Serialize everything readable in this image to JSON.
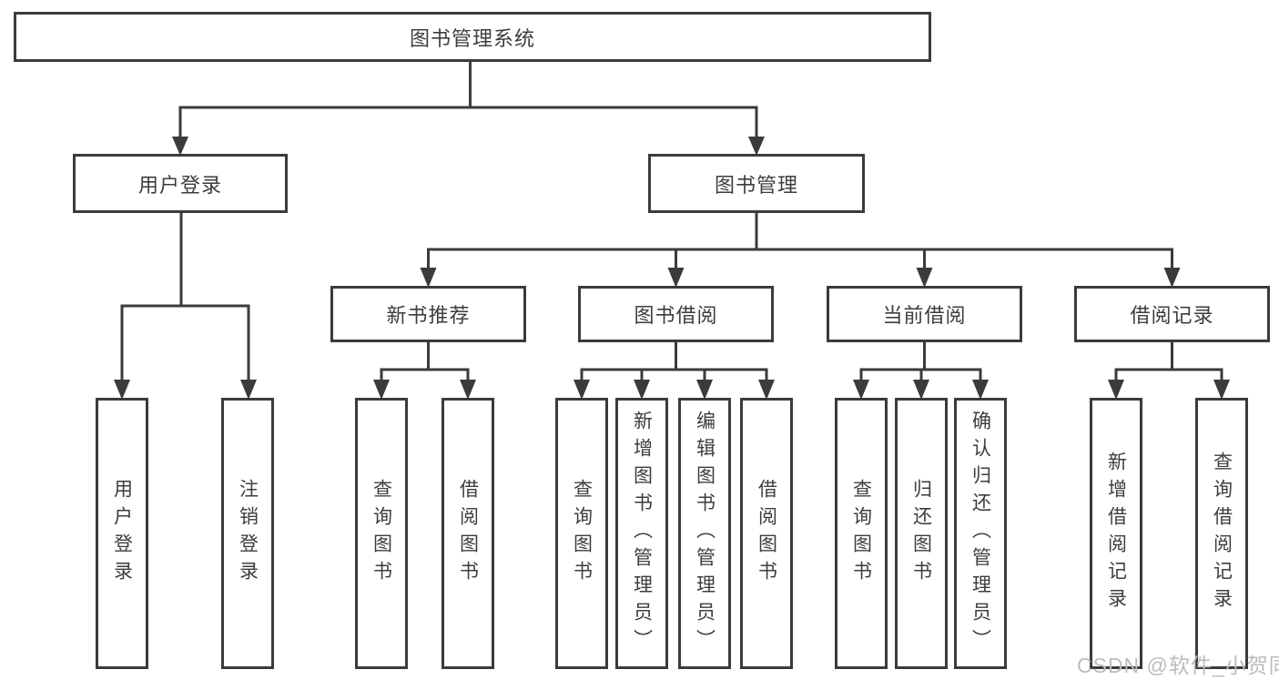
{
  "diagram": {
    "root": "图书管理系统",
    "level2": {
      "user_login": "用户登录",
      "book_mgmt": "图书管理"
    },
    "level3": {
      "new_book_rec": "新书推荐",
      "book_borrow": "图书借阅",
      "current_borrow": "当前借阅",
      "borrow_records": "借阅记录"
    },
    "leaves": {
      "a1": "用户登录",
      "a2": "注销登录",
      "b1": "查询图书",
      "b2": "借阅图书",
      "c1": "查询图书",
      "c2": "新增图书（管理员）",
      "c3": "编辑图书（管理员）",
      "c4": "借阅图书",
      "d1": "查询图书",
      "d2": "归还图书",
      "d3": "确认归还（管理员）",
      "e1": "新增借阅记录",
      "e2": "查询借阅记录"
    }
  },
  "watermark": "CSDN @软件_小贺同学",
  "colors": {
    "line": "#3b3b3b",
    "text": "#3d3d3d",
    "watermark": "#bcbcbc",
    "background": "#ffffff"
  }
}
